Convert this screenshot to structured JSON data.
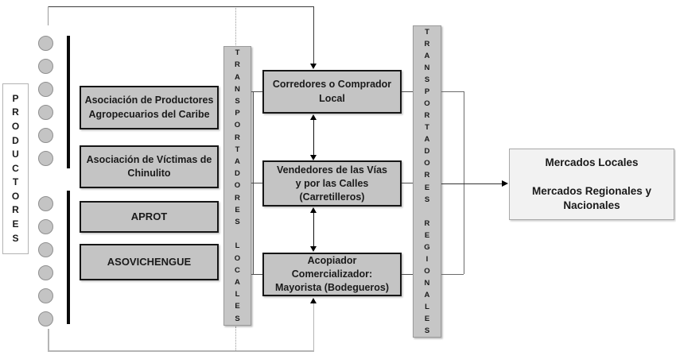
{
  "producers": {
    "label": "PRODUCTORES",
    "circle_groups": [
      6,
      6
    ],
    "org_boxes": [
      {
        "label": "Asociación de Productores Agropecuarios del Caribe"
      },
      {
        "label": "Asociación de Víctimas de Chinulito"
      },
      {
        "label": "APROT"
      },
      {
        "label": "ASOVICHENGUE"
      }
    ]
  },
  "transporters_local": {
    "label": "TRANSPORTADORES LOCALES"
  },
  "intermediaries": [
    {
      "label": "Corredores o Comprador\nLocal"
    },
    {
      "label": "Vendedores de las Vías\ny por las Calles\n(Carretilleros)"
    },
    {
      "label": "Acopiador\nComercializador:\nMayorista (Bodegueros)"
    }
  ],
  "transporters_regional": {
    "label": "TRANSPORTADORES REGIONALES"
  },
  "markets": {
    "label": "Mercados Locales\n\nMercados Regionales y\nNacionales"
  },
  "colors": {
    "box_fill": "#c4c4c4",
    "box_border": "#161616",
    "bar_fill": "#c6c6c6",
    "bar_border": "#9a9a9a",
    "markets_fill": "#f2f2f2",
    "connector_dark": "#4d4d4d",
    "connector_light": "#b5b5b5",
    "circle_fill": "#c4c4c4"
  }
}
